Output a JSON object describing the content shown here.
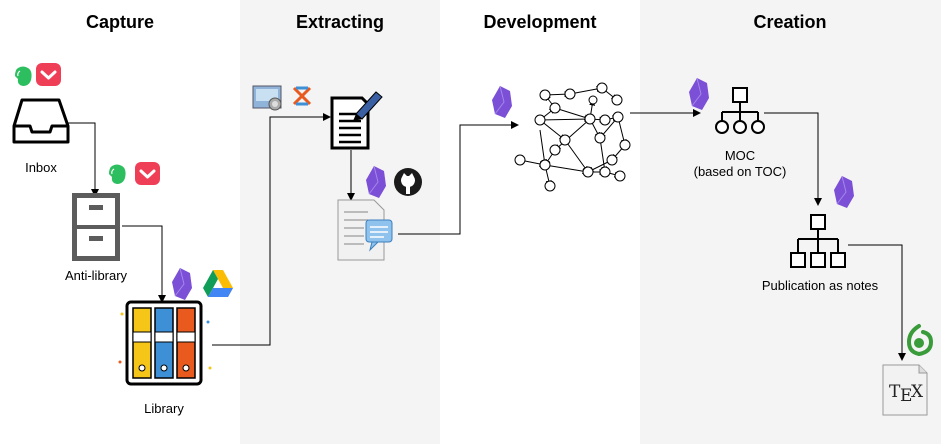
{
  "columns": [
    {
      "title": "Capture"
    },
    {
      "title": "Extracting"
    },
    {
      "title": "Development"
    },
    {
      "title": "Creation"
    }
  ],
  "labels": {
    "inbox": "Inbox",
    "anti_library": "Anti-library",
    "library": "Library",
    "moc_line1": "MOC",
    "moc_line2": "(based on TOC)",
    "publication": "Publication as notes"
  },
  "colors": {
    "shaded_band": "#f4f4f4",
    "obsidian": "#7b4fd6",
    "evernote": "#2dbe60",
    "pocket": "#ef3f56",
    "overleaf": "#3a9b3a"
  },
  "icons": [
    "evernote-icon",
    "pocket-icon",
    "inbox-tray-icon",
    "filing-cabinet-icon",
    "obsidian-icon",
    "google-drive-icon",
    "library-binders-icon",
    "preview-app-icon",
    "zotero-icon",
    "document-pen-icon",
    "github-icon",
    "notes-document-icon",
    "network-graph-icon",
    "hierarchy-icon",
    "overleaf-icon",
    "tex-icon"
  ]
}
